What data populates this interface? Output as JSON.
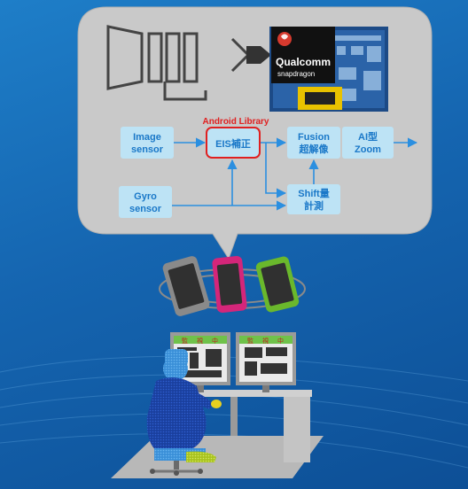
{
  "diagram": {
    "qualcomm_logo_text": "Qualcomm",
    "snapdragon_text": "snapdragon",
    "android_library_label": "Android Library",
    "boxes": {
      "image_sensor": [
        "Image",
        "sensor"
      ],
      "gyro_sensor": [
        "Gyro",
        "sensor"
      ],
      "eis": [
        "EIS補正"
      ],
      "fusion": [
        "Fusion",
        "超解像"
      ],
      "ai_zoom": [
        "AI型",
        "Zoom"
      ],
      "shift": [
        "Shift量",
        "計測"
      ]
    },
    "monitor_headers": {
      "left": [
        "監",
        "視",
        "中"
      ],
      "right": [
        "監",
        "視",
        "中"
      ]
    }
  },
  "colors": {
    "background": "#1565b0",
    "bubble": "#c9c9c9",
    "box_fill": "#bde3f5",
    "box_text": "#1a78c8",
    "arrow": "#2b8fe0",
    "eis_border": "#e02020",
    "android_label": "#e02020",
    "phone_gray": "#8a8a8a",
    "phone_pink": "#d4267a",
    "phone_green": "#6ab82c",
    "monitor_header": "#6fc24a"
  }
}
